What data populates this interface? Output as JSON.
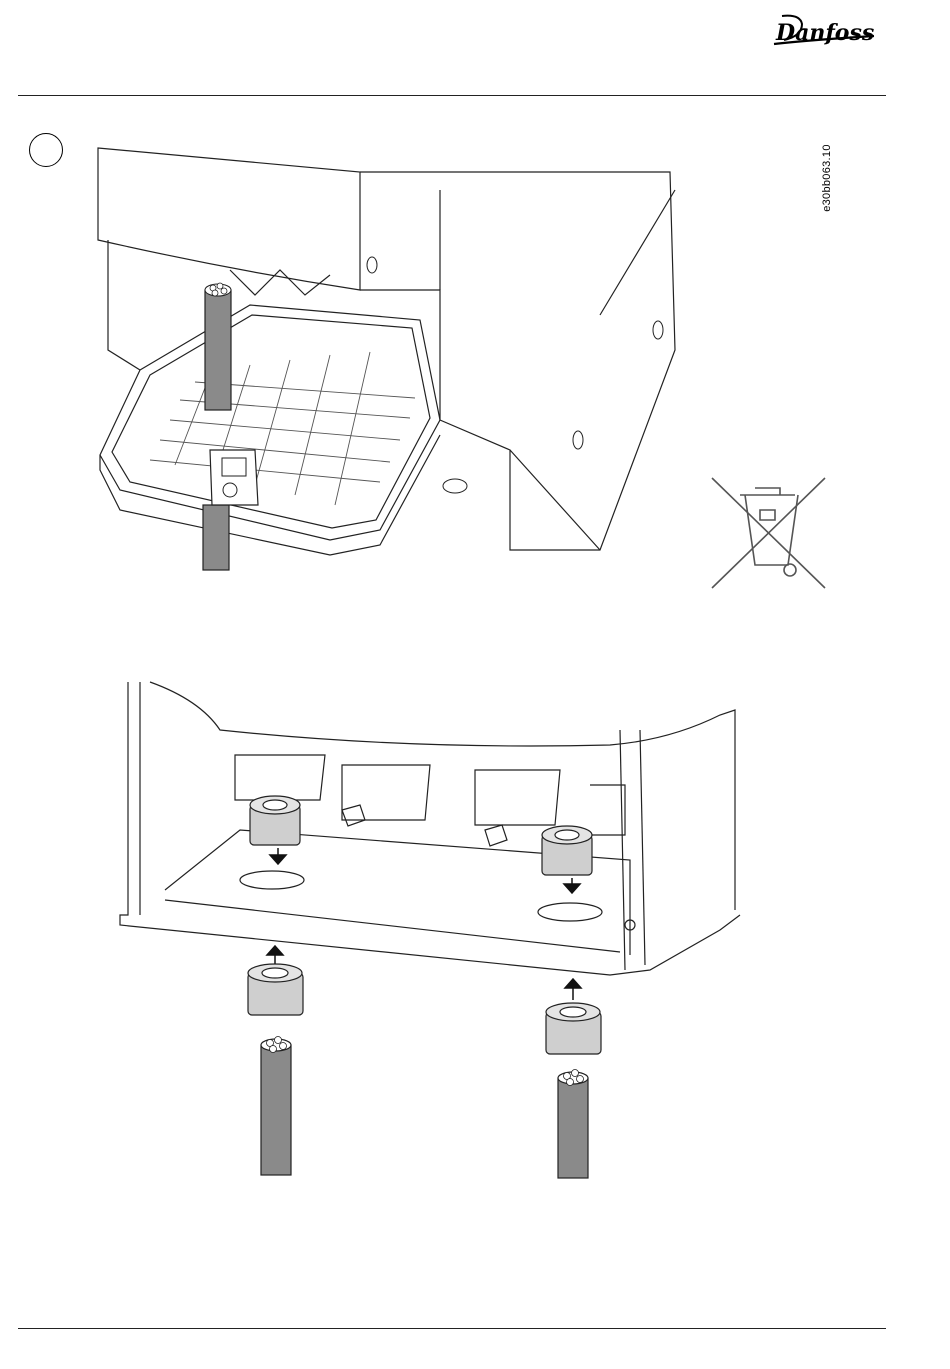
{
  "header": {
    "brand": "Danfoss"
  },
  "figure": {
    "code": "e30bb063.10"
  },
  "icons": {
    "logo": "danfoss-logo",
    "step": "step-number-circle",
    "weee": "crossed-out-wheelie-bin-icon"
  }
}
